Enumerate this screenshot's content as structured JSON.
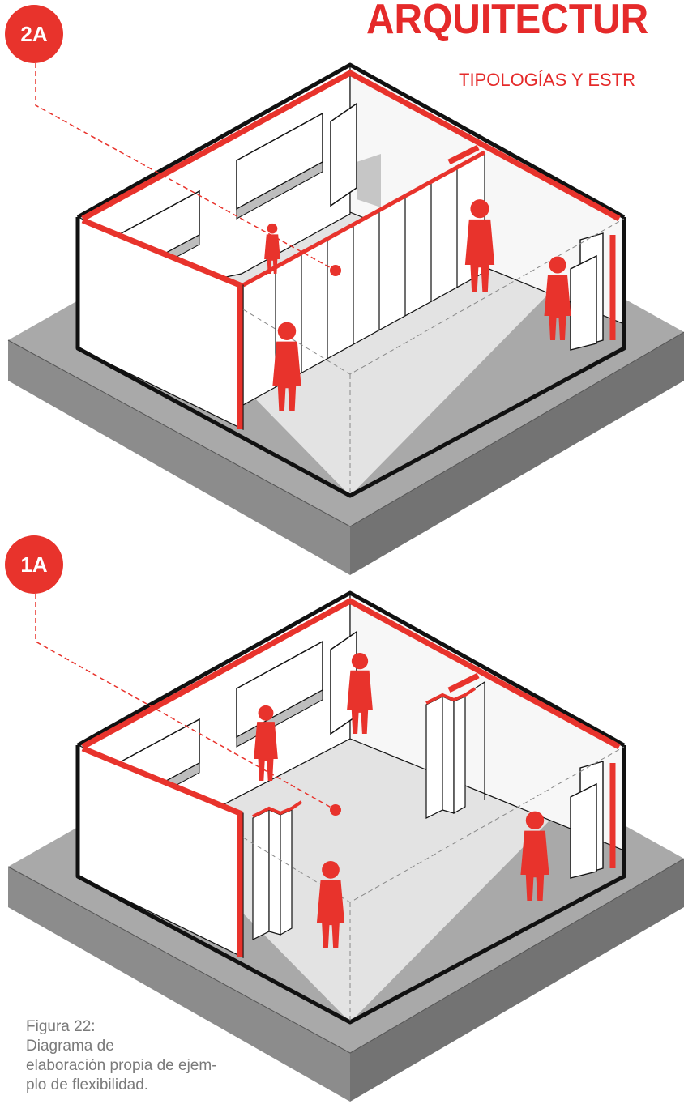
{
  "header": {
    "title": "ARQUITECTUR",
    "subtitle": "TIPOLOGÍAS Y ESTR"
  },
  "scenes": [
    {
      "badge": "2A",
      "description_state": "partition closed"
    },
    {
      "badge": "1A",
      "description_state": "partition folded open"
    }
  ],
  "caption": {
    "label": "Figura 22:",
    "line1": "Diagrama de",
    "line2": "elaboración propia de ejem-",
    "line3": "plo de flexibilidad."
  },
  "colors": {
    "accent": "#e8332c",
    "wall": "#ffffff",
    "floor": "#e2e2e2",
    "base_top": "#a6a6a6",
    "base_left": "#8b8b8b",
    "base_right": "#6f6f6f",
    "outline": "#111111",
    "caption_text": "#7a7a7a"
  }
}
